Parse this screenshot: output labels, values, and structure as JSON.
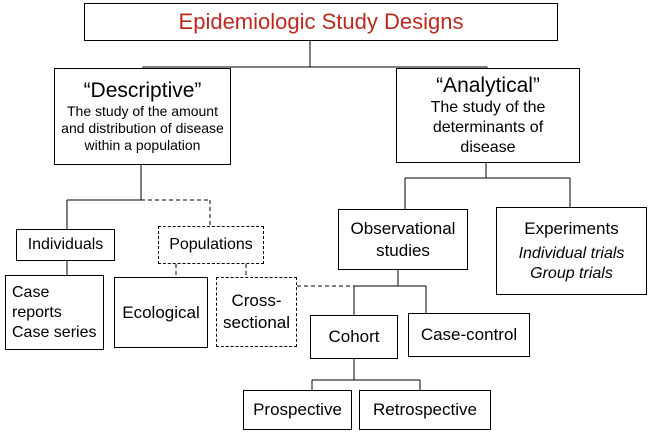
{
  "title": "Epidemiologic Study Designs",
  "descriptive": {
    "heading": "“Descriptive”",
    "definition": [
      "The study of the amount",
      "and distribution of disease",
      "within a population"
    ]
  },
  "analytical": {
    "heading": "“Analytical”",
    "definition": [
      "The study of the",
      "determinants of",
      "disease"
    ]
  },
  "individuals": "Individuals",
  "populations": "Populations",
  "case_reports": [
    "Case",
    "reports",
    "Case series"
  ],
  "ecological": "Ecological",
  "cross_sectional": [
    "Cross-",
    "sectional"
  ],
  "observational": [
    "Observational",
    "studies"
  ],
  "experiments": {
    "label": "Experiments",
    "items": [
      "Individual trials",
      "Group trials"
    ]
  },
  "cohort": "Cohort",
  "case_control": "Case-control",
  "prospective": "Prospective",
  "retrospective": "Retrospective",
  "colors": {
    "title": "#c0281e",
    "lines": "#000000"
  }
}
